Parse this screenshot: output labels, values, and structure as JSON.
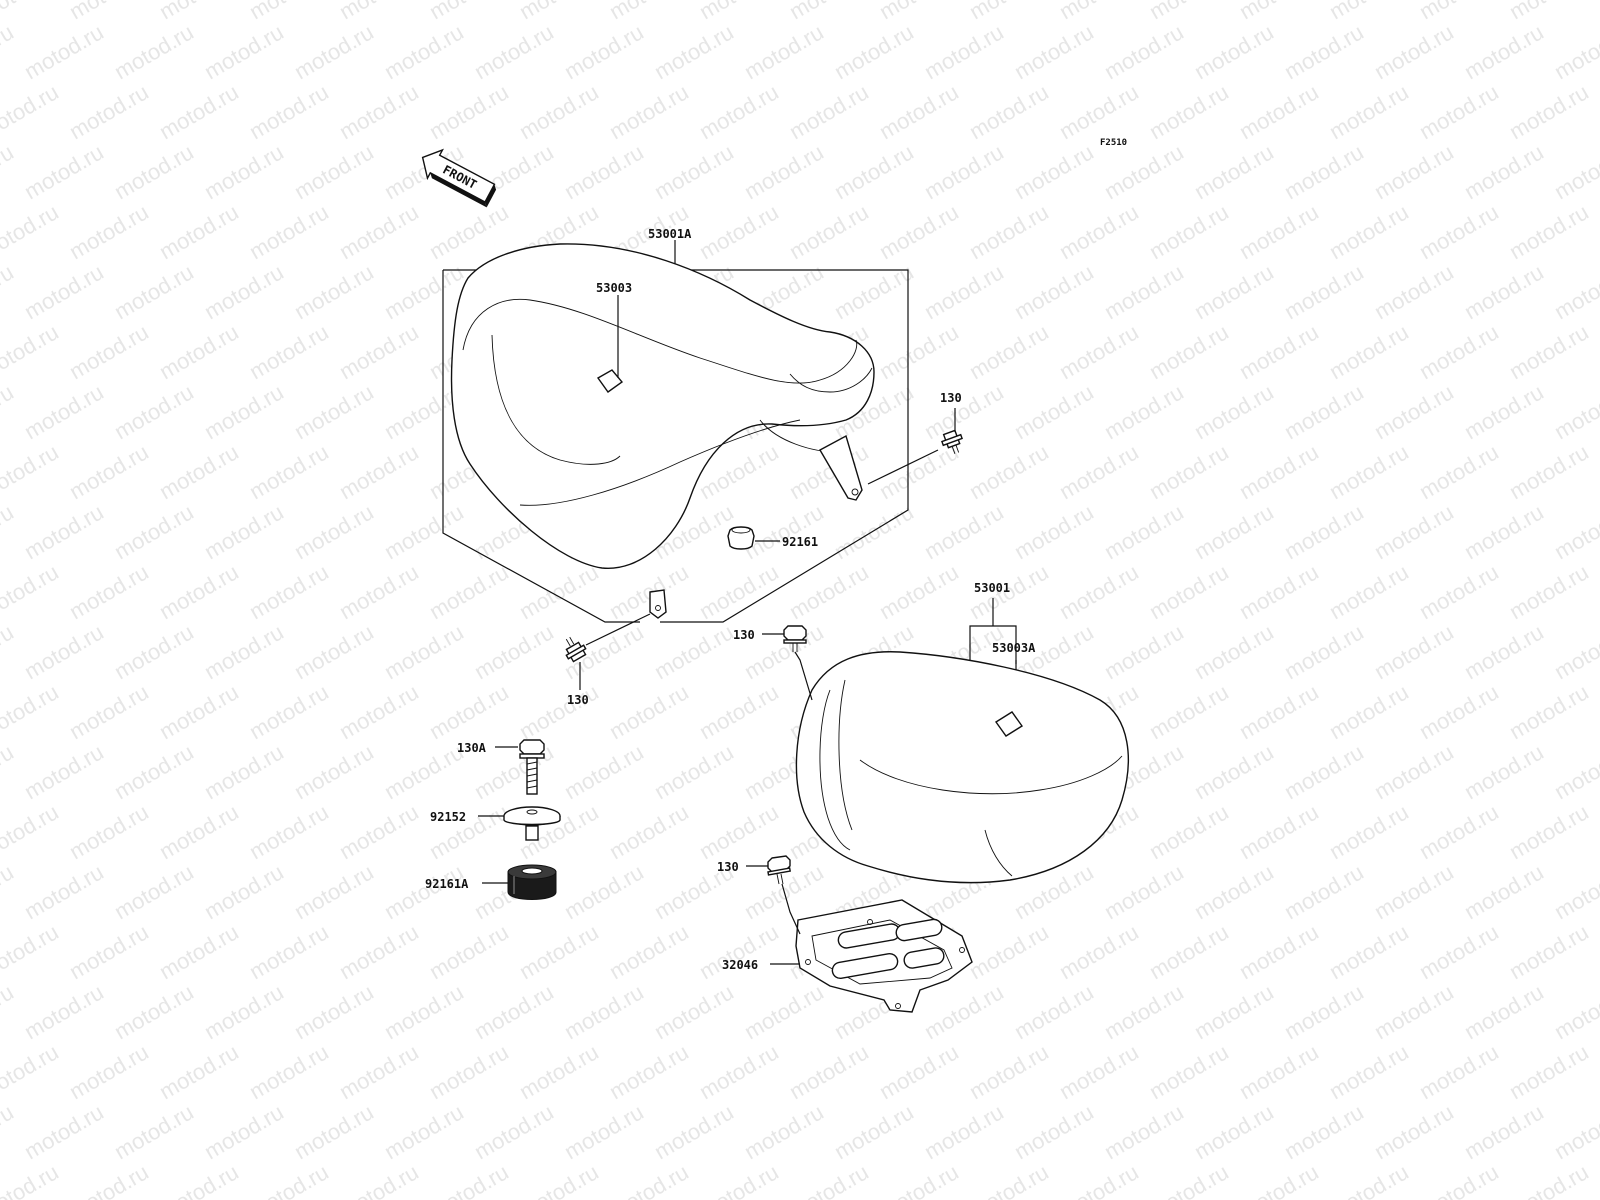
{
  "watermark": {
    "text": "motod.ru"
  },
  "figure_code": "F2510",
  "front_arrow": {
    "label": "FRONT"
  },
  "labels": {
    "seat_assembly_main": "53001A",
    "strap_main": "53003",
    "bolt_right": "130",
    "rubber_main": "92161",
    "bolt_bottom_left": "130",
    "seat_assembly_alt": "53001",
    "strap_alt": "53003A",
    "bolt_alt_top": "130",
    "bolt_a": "130A",
    "washer": "92152",
    "rubber_a": "92161A",
    "bolt_plate": "130",
    "plate": "32046"
  }
}
